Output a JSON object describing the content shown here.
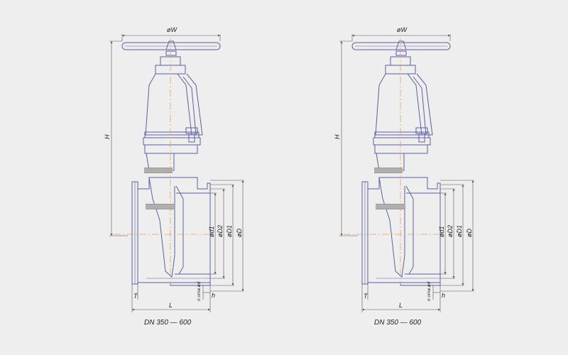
{
  "colors": {
    "background": "#eeeeee",
    "outline": "#5d5f9e",
    "dimension": "#555555",
    "centerline": "#e8a060",
    "text": "#222222"
  },
  "drawings": [
    {
      "caption": "DN 350 — 600",
      "labels": {
        "handwheel": "øW",
        "height": "H",
        "d1": "ød1",
        "d2": "øD2",
        "d01": "øD1",
        "d0": "øD",
        "holes": "n отв.ød",
        "flange_thickness": "h",
        "raised_face": "T",
        "length": "L"
      }
    },
    {
      "caption": "DN 350 — 600",
      "labels": {
        "handwheel": "øW",
        "height": "H",
        "d1": "ød1",
        "d2": "øD2",
        "d01": "øD1",
        "d0": "øD",
        "holes": "n отв.ød",
        "flange_thickness": "h",
        "raised_face": "T",
        "length": "L"
      }
    }
  ]
}
